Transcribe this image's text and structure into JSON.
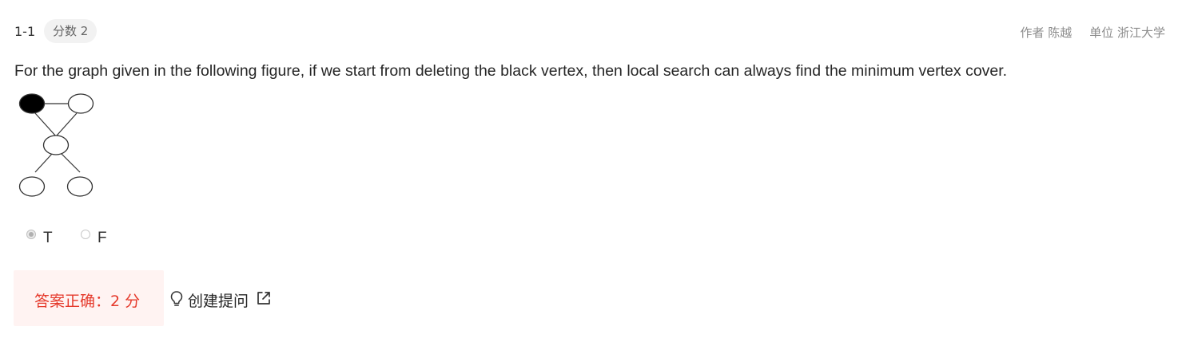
{
  "question": {
    "number": "1-1",
    "score_badge": "分数 2",
    "author": "作者 陈越",
    "unit": "单位 浙江大学",
    "text": "For the graph given in the following figure, if we start from deleting the black vertex, then local search can always find the minimum vertex cover."
  },
  "options": [
    {
      "label": "T",
      "selected": true
    },
    {
      "label": "F",
      "selected": false
    }
  ],
  "result": {
    "text": "答案正确：2 分",
    "color": "#e5392b",
    "background": "#fff3f2"
  },
  "actions": {
    "create_question_label": "创建提问",
    "icons": [
      "lightbulb-icon",
      "external-link-icon"
    ]
  },
  "figure": {
    "description_nodes": 5,
    "black_vertex": true
  }
}
